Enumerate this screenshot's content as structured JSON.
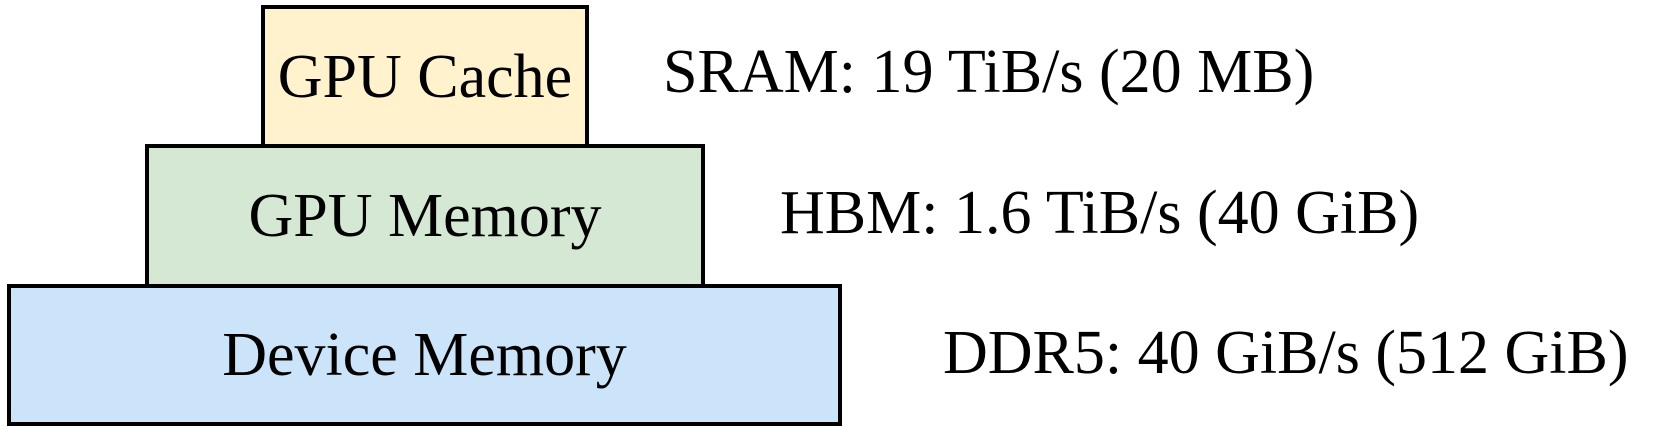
{
  "tiers": [
    {
      "label": "GPU Cache",
      "spec": "SRAM: 19 TiB/s (20 MB)",
      "color": "#fff2cc"
    },
    {
      "label": "GPU Memory",
      "spec": "HBM: 1.6 TiB/s (40 GiB)",
      "color": "#d5e8d4"
    },
    {
      "label": "Device Memory",
      "spec": "DDR5: 40 GiB/s (512 GiB)",
      "color": "#cce4fa"
    }
  ]
}
